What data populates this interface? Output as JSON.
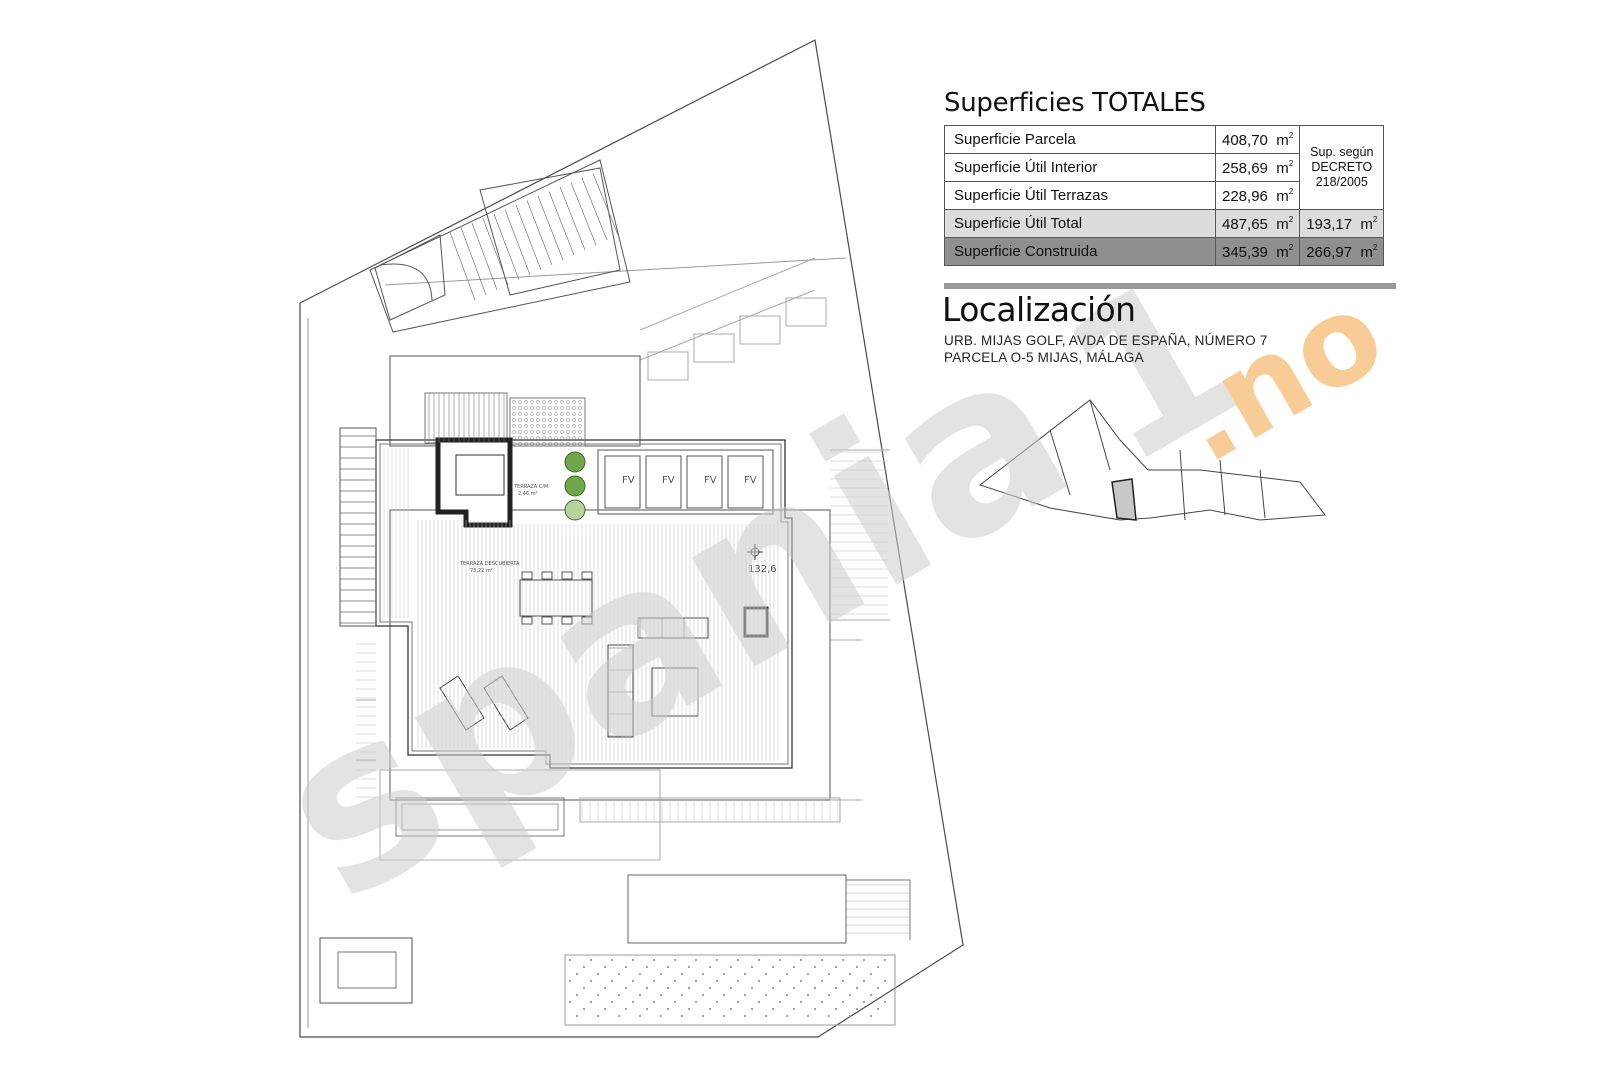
{
  "watermark": {
    "text": "spania",
    "suffix_digit": "1",
    "suffix": ".no",
    "color_gray": "#cccccc",
    "color_orange": "#f2a340"
  },
  "superficies": {
    "title": "Superficies TOTALES",
    "unit": "m",
    "unit_exp": "2",
    "decreto_note": [
      "Sup. según",
      "DECRETO",
      "218/2005"
    ],
    "rows": [
      {
        "label": "Superficie Parcela",
        "value": "408,70"
      },
      {
        "label": "Superficie Útil Interior",
        "value": "258,69"
      },
      {
        "label": "Superficie Útil Terrazas",
        "value": "228,96"
      },
      {
        "label": "Superficie Útil Total",
        "value": "487,65",
        "decreto_value": "193,17"
      },
      {
        "label": "Superficie Construida",
        "value": "345,39",
        "decreto_value": "266,97"
      }
    ]
  },
  "localizacion": {
    "title": "Localización",
    "address_line1": "URB. MIJAS GOLF, AVDA DE ESPAÑA, NÚMERO 7",
    "address_line2": "PARCELA O-5 MIJAS, MÁLAGA"
  },
  "plan": {
    "solar_panels": [
      "FV",
      "FV",
      "FV",
      "FV"
    ],
    "level_mark": "132,6",
    "room_label_small": "TERRAZA C/M",
    "room_area_small": "2,46 m²",
    "terrace_label": "TERRAZA DESCUBIERTA",
    "terrace_area": "73,22 m²"
  },
  "colors": {
    "line": "#4a4a4a",
    "light_line": "#9a9a9a",
    "table_total_bg": "#dcdcdc",
    "table_const_bg": "#8f8f8f"
  }
}
